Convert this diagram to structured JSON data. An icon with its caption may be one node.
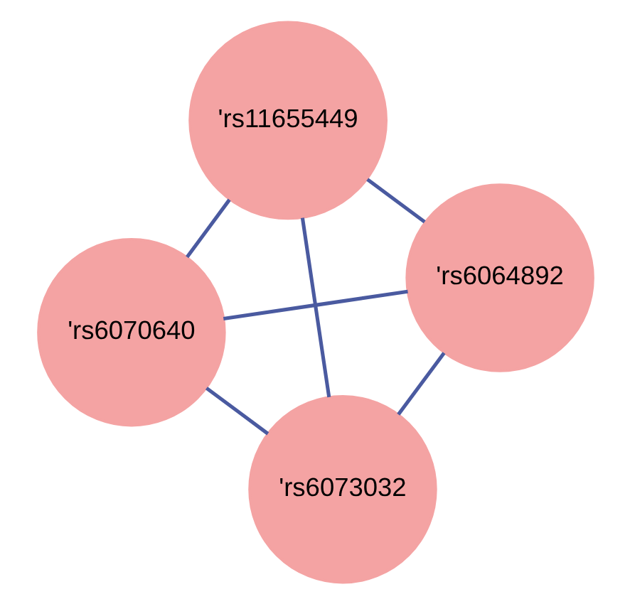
{
  "diagram": {
    "nodes": [
      {
        "text": [
          "'rs6070640"
        ]
      },
      {
        "text": [
          "'rs6064892"
        ]
      },
      {
        "text": [
          "'rs6073032"
        ]
      },
      {
        "text": [
          "'rs11655449"
        ]
      }
    ],
    "edges": [
      {
        "from": 0,
        "to": 1,
        "arrow": "none"
      },
      {
        "from": 0,
        "to": 2,
        "arrow": "none"
      },
      {
        "from": 0,
        "to": 3,
        "arrow": "none"
      },
      {
        "from": 1,
        "to": 2,
        "arrow": "none"
      },
      {
        "from": 1,
        "to": 3,
        "arrow": "none"
      },
      {
        "from": 2,
        "to": 3,
        "arrow": "none"
      }
    ]
  }
}
